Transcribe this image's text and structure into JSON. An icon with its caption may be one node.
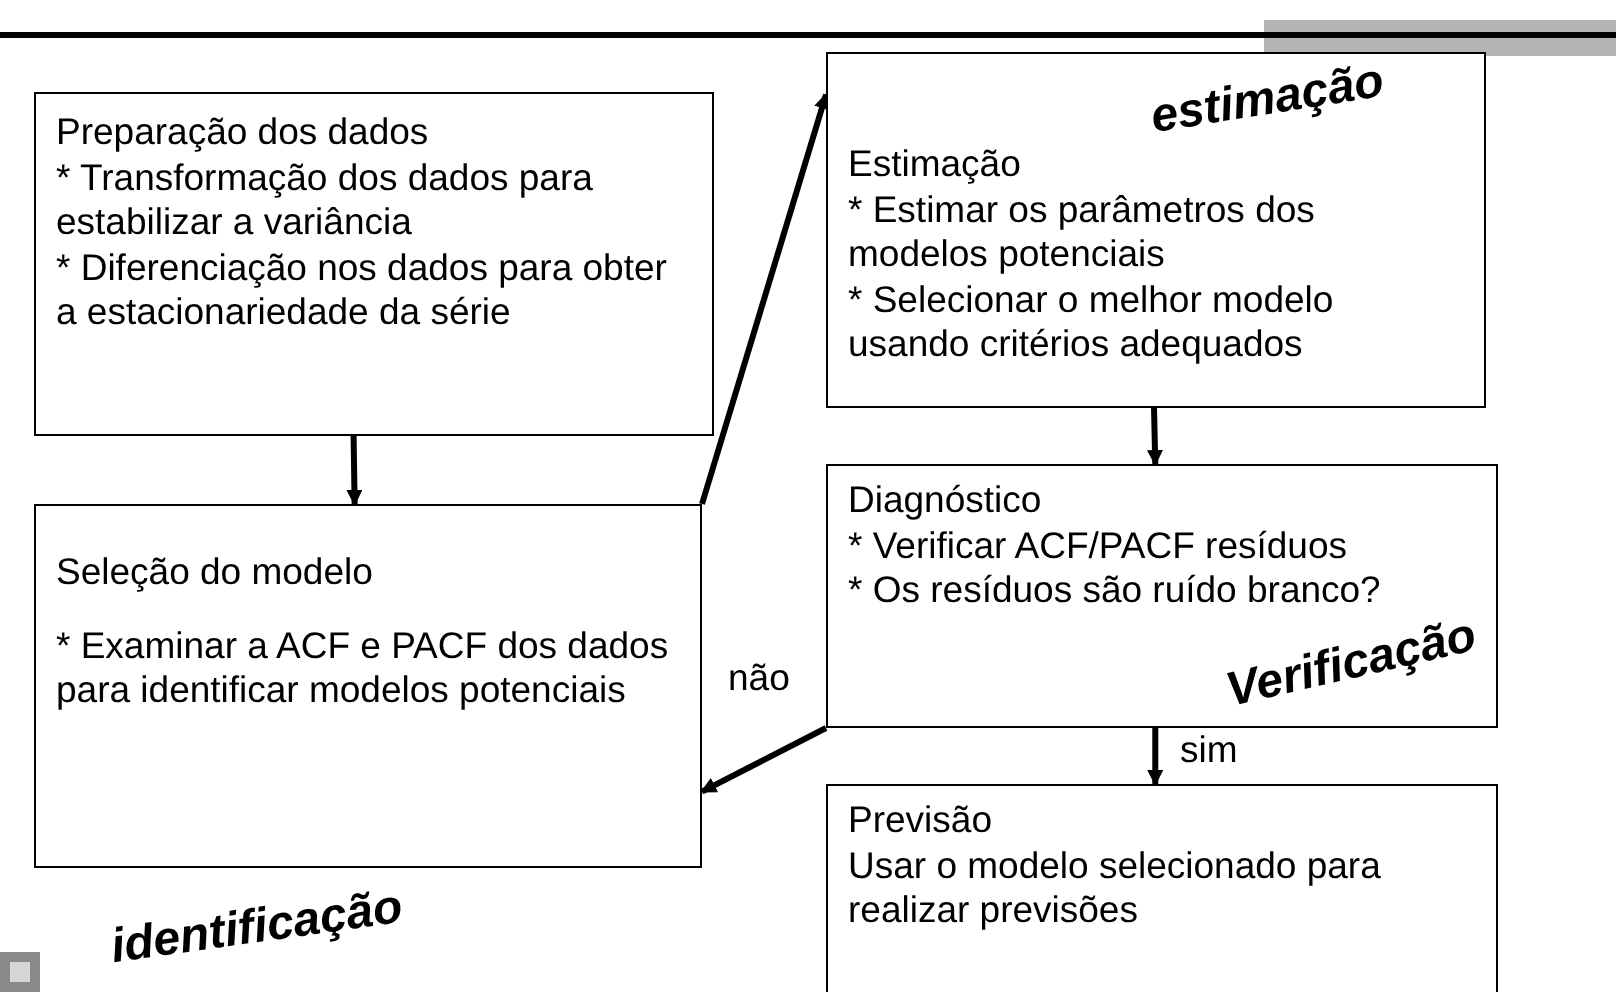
{
  "diagram": {
    "nodes": [
      {
        "text": [
          "Preparação dos dados",
          "* Transformação dos dados para estabilizar a variância",
          "* Diferenciação nos dados para obter a estacionariedade da série"
        ]
      },
      {
        "text": [
          "Seleção do modelo",
          "* Examinar a ACF e PACF dos dados para identificar modelos potenciais"
        ]
      },
      {
        "text": [
          "Estimação",
          "* Estimar os parâmetros dos modelos potenciais",
          "* Selecionar o melhor modelo usando critérios adequados"
        ]
      },
      {
        "text": [
          "Diagnóstico",
          "* Verificar ACF/PACF resíduos",
          "* Os resíduos são ruído branco?"
        ]
      },
      {
        "text": [
          "Previsão",
          "Usar o modelo selecionado para realizar previsões"
        ]
      }
    ],
    "edges": [
      {
        "from": 0,
        "to": 1,
        "arrow": "to"
      },
      {
        "from": 1,
        "to": 2,
        "arrow": "to"
      },
      {
        "from": 2,
        "to": 3,
        "arrow": "to"
      },
      {
        "from": 3,
        "to": 1,
        "arrow": "to",
        "label": "não"
      },
      {
        "from": 3,
        "to": 4,
        "arrow": "to",
        "label": "sim"
      }
    ],
    "labels": [
      "estimação",
      "Verificação",
      "identificação"
    ]
  }
}
